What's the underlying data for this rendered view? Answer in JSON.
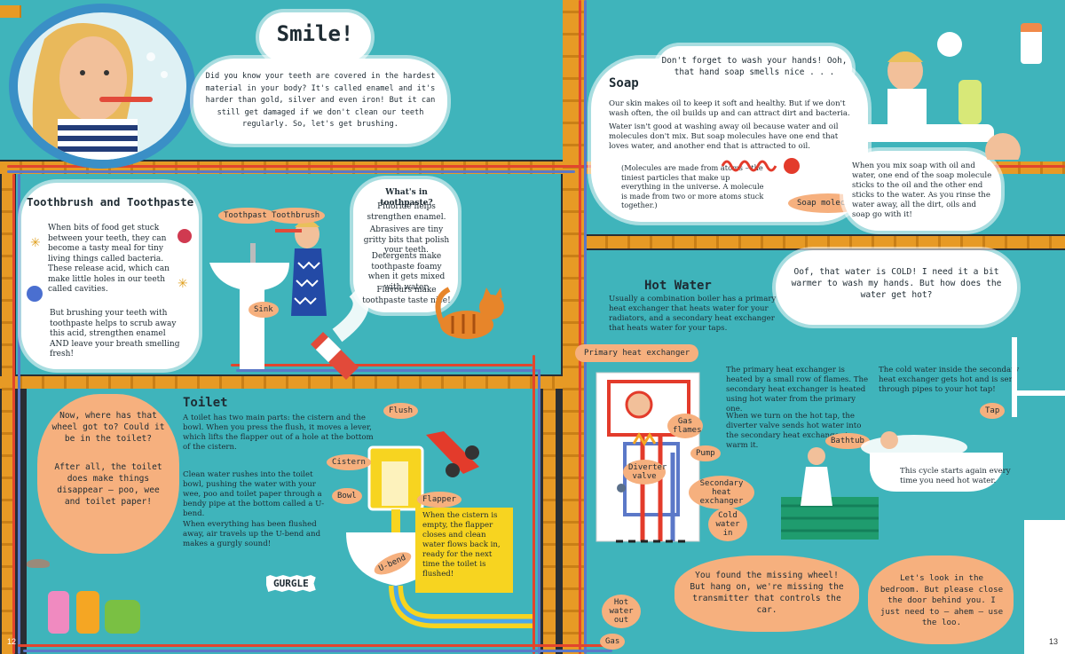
{
  "smile": {
    "title": "Smile!",
    "body": "Did you know your teeth are covered in the hardest material in your body? It's called enamel and it's harder than gold, silver and even iron! But it can still get damaged if we don't clean our teeth regularly. So, let's get brushing."
  },
  "toothbrush": {
    "title": "Toothbrush and Toothpaste",
    "p1": "When bits of food get stuck between your teeth, they can become a tasty meal for tiny living things called bacteria. These release acid, which can make little holes in our teeth called cavities.",
    "p2": "But brushing your teeth with toothpaste helps to scrub away this acid, strengthen enamel AND leave your breath smelling fresh!",
    "label_toothpaste": "Toothpaste",
    "label_toothbrush": "Toothbrush",
    "label_sink": "Sink"
  },
  "toothpaste_box": {
    "heading": "What's in toothpaste?",
    "fluoride": "Fluoride helps strengthen enamel.",
    "abrasives": "Abrasives are tiny gritty bits that polish your teeth.",
    "detergents": "Detergents make toothpaste foamy when it gets mixed with water.",
    "flavours": "Flavours make toothpaste taste nice!"
  },
  "soap": {
    "speech": "Don't forget to wash your hands! Ooh, that hand soap smells nice . . .",
    "title": "Soap",
    "p1": "Our skin makes oil to keep it soft and healthy. But if we don't wash often, the oil builds up and can attract dirt and bacteria.",
    "p2": "Water isn't good at washing away oil because water and oil molecules don't mix. But soap molecules have one end that loves water, and another end that is attracted to oil.",
    "note": "(Molecules are made from atoms – the tiniest particles that make up everything in the universe. A molecule is made from two or more atoms stuck together.)",
    "label_molecule": "Soap molecule",
    "mix": "When you mix soap with oil and water, one end of the soap molecule sticks to the oil and the other end sticks to the water. As you rinse the water away, all the dirt, oils and soap go with it!"
  },
  "hotwater": {
    "speech": "Oof, that water is COLD! I need it a bit warmer to wash my hands. But how does the water get hot?",
    "title": "Hot Water",
    "intro": "Usually a combination boiler has a primary heat exchanger that heats water for your radiators, and a secondary heat exchanger that heats water for your taps.",
    "label_primary": "Primary heat exchanger",
    "label_gas_flames": "Gas flames",
    "label_pump": "Pump",
    "label_diverter": "Diverter valve",
    "label_secondary": "Secondary heat exchanger",
    "label_cold": "Cold water in",
    "label_hot": "Hot water out",
    "label_gas": "Gas",
    "label_tap": "Tap",
    "label_bathtub": "Bathtub",
    "p1": "The primary heat exchanger is heated by a small row of flames. The secondary heat exchanger is heated using hot water from the primary one.",
    "p2": "When we turn on the hot tap, the diverter valve sends hot water into the secondary heat exchanger to warm it.",
    "p3": "The cold water inside the secondary heat exchanger gets hot and is sent through pipes to your hot tap!",
    "cycle": "This cycle starts again every time you need hot water."
  },
  "toilet": {
    "speech1": "Now, where has that wheel got to? Could it be in the toilet?",
    "speech2": "After all, the toilet does make things disappear – poo, wee and toilet paper!",
    "title": "Toilet",
    "p1": "A toilet has two main parts: the cistern and the bowl. When you press the flush, it moves a lever, which lifts the flapper out of a hole at the bottom of the cistern.",
    "p2": "Clean water rushes into the toilet bowl, pushing the water with your wee, poo and toilet paper through a bendy pipe at the bottom called a U-bend.",
    "p3": "When everything has been flushed away, air travels up the U-bend and makes a gurgly sound!",
    "flapper_text": "When the cistern is empty, the flapper closes and clean water flows back in, ready for the next time the toilet is flushed!",
    "label_flush": "Flush",
    "label_cistern": "Cistern",
    "label_bowl": "Bowl",
    "label_flapper": "Flapper",
    "label_ubend": "U-bend",
    "gurgle": "GURGLE"
  },
  "bottom": {
    "found": "You found the missing wheel! But hang on, we're missing the transmitter that controls the car.",
    "bedroom": "Let's look in the bedroom. But please close the door behind you. I just need to – ahem – use the loo."
  },
  "pages": {
    "left": "12",
    "right": "13"
  },
  "colors": {
    "teal": "#3fb4bb",
    "pipe": "#e79a25",
    "blob": "#f6b07e",
    "wall": "#2a2e33"
  }
}
